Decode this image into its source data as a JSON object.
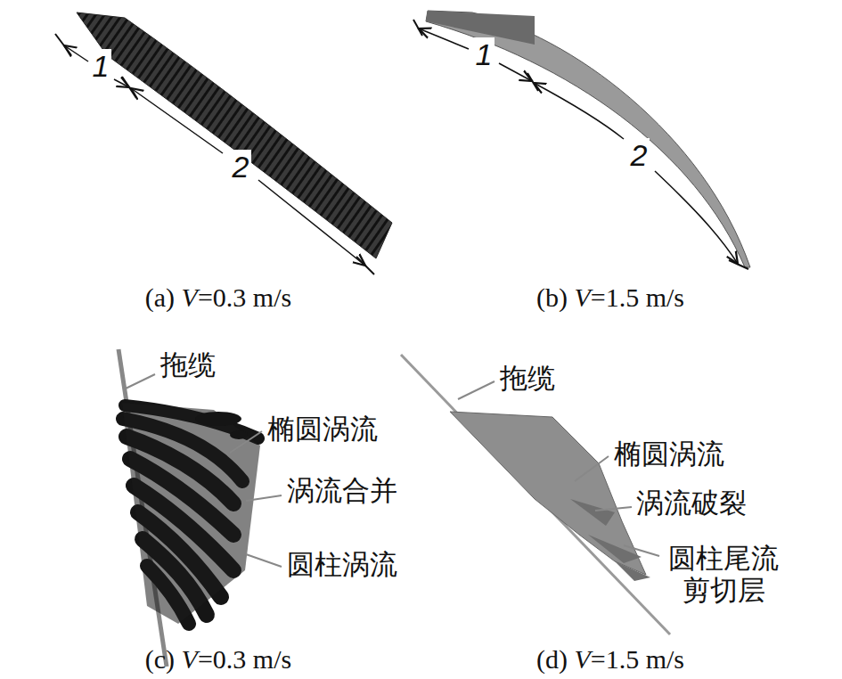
{
  "diagram": {
    "labels": [
      "1",
      "2",
      "(a) V=0.3 m/s",
      "1",
      "2",
      "(b) V=1.5 m/s",
      "拖缆",
      "椭圆涡流",
      "涡流合并",
      "圆柱涡流",
      "(c) V=0.3 m/s",
      "拖缆",
      "椭圆涡流",
      "涡流破裂",
      "圆柱尾流 剪切层",
      "(d) V=1.5 m/s"
    ]
  }
}
